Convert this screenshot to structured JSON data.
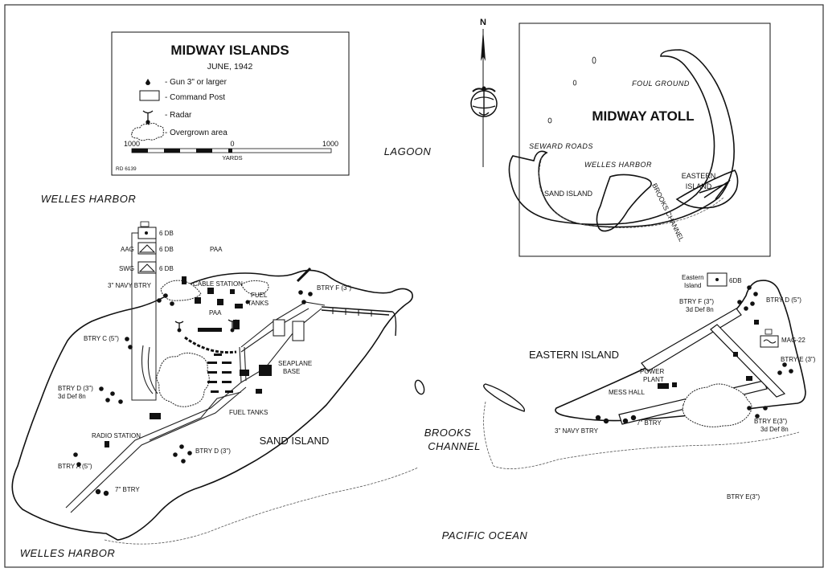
{
  "legend": {
    "title": "MIDWAY ISLANDS",
    "subtitle": "JUNE, 1942",
    "items": [
      {
        "icon": "gun-icon",
        "label": "- Gun 3\" or larger"
      },
      {
        "icon": "command-post-icon",
        "label": "- Command Post"
      },
      {
        "icon": "radar-icon",
        "label": "- Radar"
      },
      {
        "icon": "overgrown-area-icon",
        "label": "- Overgrown area"
      }
    ],
    "scale": {
      "left": "1000",
      "center": "0",
      "right": "1000",
      "unit": "YARDS"
    },
    "ref": "RD 6139"
  },
  "compass": {
    "north": "N",
    "emblem": "globe-anchor-emblem-icon"
  },
  "inset": {
    "title": "MIDWAY ATOLL",
    "labels": {
      "foul_ground": "FOUL GROUND",
      "seward_roads": "SEWARD ROADS",
      "welles_harbor": "WELLES HARBOR",
      "sand_island": "SAND ISLAND",
      "eastern_island_1": "EASTERN",
      "eastern_island_2": "ISLAND",
      "brooks_channel": "BROOKS CHANNEL"
    }
  },
  "water": {
    "lagoon": "LAGOON",
    "welles_top": "WELLES HARBOR",
    "welles_bottom": "WELLES HARBOR",
    "brooks_1": "BROOKS",
    "brooks_2": "CHANNEL",
    "pacific": "PACIFIC OCEAN"
  },
  "sand_island": {
    "name": "SAND ISLAND",
    "labels": {
      "db1": "6 DB",
      "db2": "6 DB",
      "db3": "6 DB",
      "aag": "AAG",
      "swg": "SWG",
      "paa_top": "PAA",
      "paa_mid": "PAA",
      "navy_btry": "3\" NAVY BTRY",
      "cable_station": "CABLE STATION",
      "fuel_tanks_1": "FUEL",
      "fuel_tanks_2": "TANKS",
      "btry_f": "BTRY F (3\")",
      "btry_c": "BTRY C (5\")",
      "seaplane_1": "SEAPLANE",
      "seaplane_2": "BASE",
      "btry_d_1": "BTRY D  (3\")",
      "btry_d_2": "3d Def 8n",
      "fuel_tanks_low": "FUEL TANKS",
      "radio_station": "RADIO STATION",
      "btry_d_south": "BTRY D (3\")",
      "btry_a": "BTRY A (5\")",
      "btry_7": "7\" BTRY"
    }
  },
  "eastern_island": {
    "name": "EASTERN ISLAND",
    "labels": {
      "cp_1": "Eastern",
      "cp_2": "Island",
      "db": "6DB",
      "btry_d": "BTRY D (5\")",
      "btry_f_1": "BTRY F (3\")",
      "btry_f_2": "3d Def 8n",
      "mag": "MAG-22",
      "btry_e": "BTRY E (3\")",
      "power_1": "POWER",
      "power_2": "PLANT",
      "mess_hall": "MESS HALL",
      "btry_e2_1": "BTRY E(3\")",
      "btry_e2_2": "3d Def 8n",
      "navy_btry": "3\" NAVY BTRY",
      "btry_7": "7\" BTRY",
      "btry_e3": "BTRY E(3\")"
    }
  }
}
